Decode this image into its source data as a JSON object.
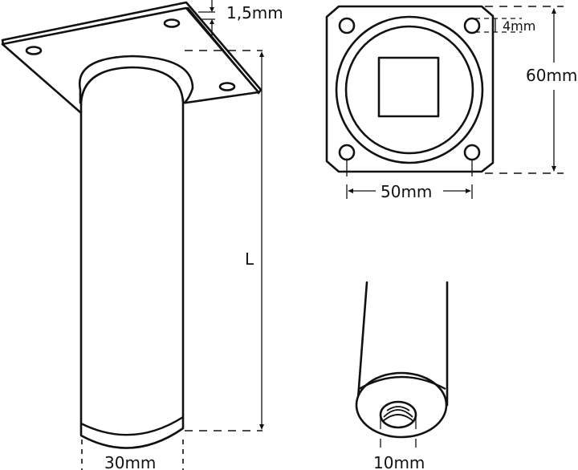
{
  "diagram": {
    "subject": "Furniture leg with square mounting plate",
    "views": [
      {
        "name": "side-perspective",
        "labels": {
          "plate_thickness": "1,5mm",
          "length": "L",
          "diameter": "30mm"
        }
      },
      {
        "name": "plate-top",
        "labels": {
          "hole_diameter": "4mm",
          "plate_height": "60mm",
          "hole_spacing": "50mm"
        }
      },
      {
        "name": "bottom-detail",
        "labels": {
          "thread": "10mm"
        }
      }
    ]
  },
  "labels": {
    "plate_thickness": "1,5mm",
    "length": "L",
    "diameter": "30mm",
    "hole_diameter": "4mm",
    "plate_height": "60mm",
    "hole_spacing": "50mm",
    "thread": "10mm"
  },
  "colors": {
    "line": "#111111",
    "background": "#ffffff"
  }
}
